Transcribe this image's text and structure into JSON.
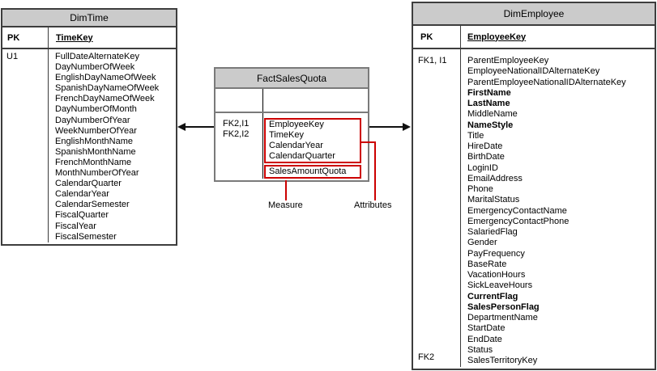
{
  "tables": {
    "dim_time": {
      "title": "DimTime",
      "pk_label": "PK",
      "pk_field": "TimeKey",
      "key_label": "U1",
      "fields": [
        "FullDateAlternateKey",
        "DayNumberOfWeek",
        "EnglishDayNameOfWeek",
        "SpanishDayNameOfWeek",
        "FrenchDayNameOfWeek",
        "DayNumberOfMonth",
        "DayNumberOfYear",
        "WeekNumberOfYear",
        "EnglishMonthName",
        "SpanishMonthName",
        "FrenchMonthName",
        "MonthNumberOfYear",
        "CalendarQuarter",
        "CalendarYear",
        "CalendarSemester",
        "FiscalQuarter",
        "FiscalYear",
        "FiscalSemester"
      ]
    },
    "fact_sales_quota": {
      "title": "FactSalesQuota",
      "key_labels": [
        "FK2,I1",
        "FK2,I2"
      ],
      "attribute_fields": [
        "EmployeeKey",
        "TimeKey",
        "CalendarYear",
        "CalendarQuarter"
      ],
      "measure_field": "SalesAmountQuota"
    },
    "dim_employee": {
      "title": "DimEmployee",
      "pk_label": "PK",
      "pk_field": "EmployeeKey",
      "key_label_top": "FK1, I1",
      "key_label_bottom": "FK2",
      "fields": [
        "ParentEmployeeKey",
        "EmployeeNationalIDAlternateKey",
        "ParentEmployeeNationalIDAlternateKey",
        "FirstName",
        "LastName",
        "MiddleName",
        "NameStyle",
        "Title",
        "HireDate",
        "BirthDate",
        "LoginID",
        "EmailAddress",
        "Phone",
        "MaritalStatus",
        "EmergencyContactName",
        "EmergencyContactPhone",
        "SalariedFlag",
        "Gender",
        "PayFrequency",
        "BaseRate",
        "VacationHours",
        "SickLeaveHours",
        "CurrentFlag",
        "SalesPersonFlag",
        "DepartmentName",
        "StartDate",
        "EndDate",
        "Status",
        "SalesTerritoryKey"
      ],
      "bold_fields": [
        "FirstName",
        "LastName",
        "NameStyle",
        "CurrentFlag",
        "SalesPersonFlag"
      ]
    }
  },
  "callouts": {
    "measure": "Measure",
    "attributes": "Attributes"
  },
  "colors": {
    "header_bg": "#cbcbcb",
    "dim_table_border": "#3d3d3d",
    "fact_table_border": "#7a7a7a",
    "callout_red": "#cc0000",
    "arrow_black": "#111111"
  }
}
